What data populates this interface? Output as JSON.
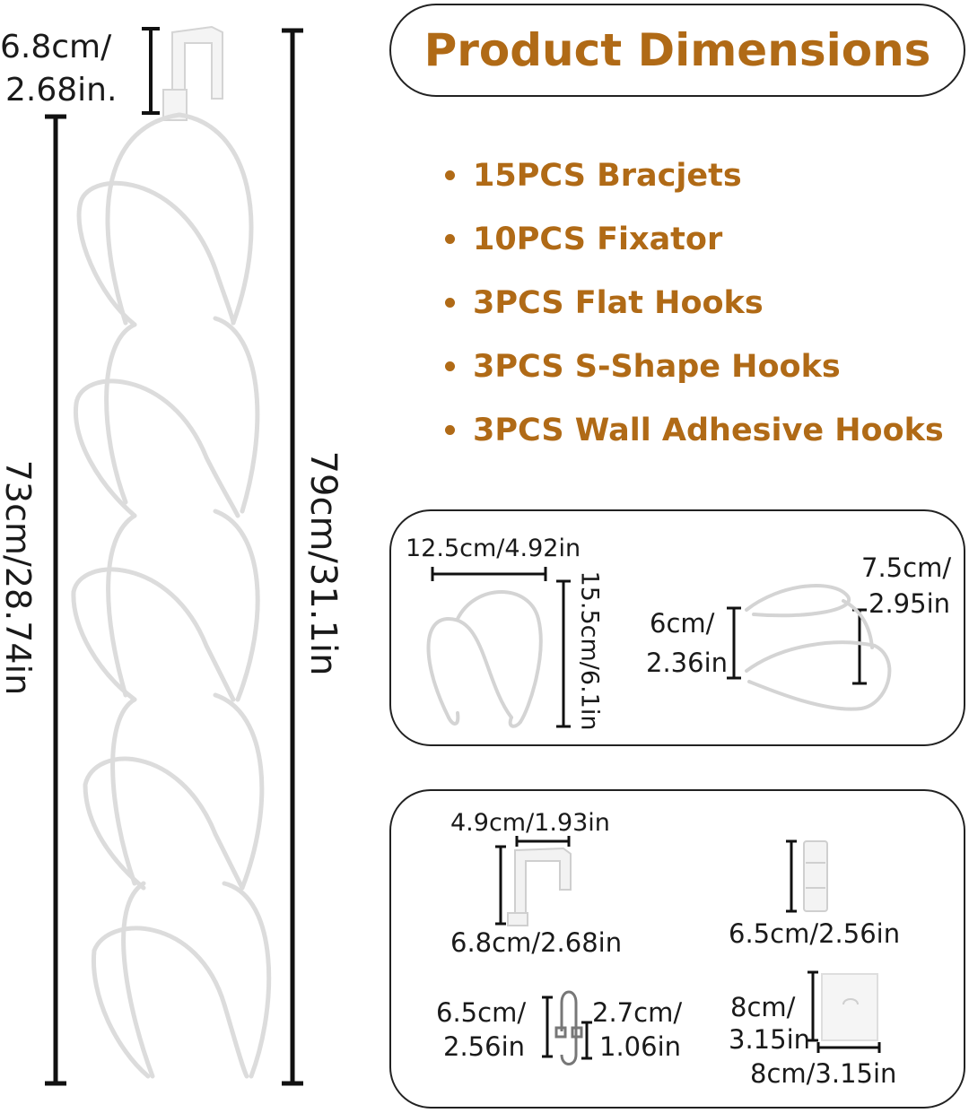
{
  "colors": {
    "accent": "#b06a16",
    "line": "#111111",
    "wire": "#d9d9d9"
  },
  "title": "Product Dimensions",
  "bullets": [
    "15PCS Bracjets",
    "10PCS Fixator",
    "3PCS Flat Hooks",
    "3PCS S-Shape Hooks",
    "3PCS Wall Adhesive Hooks"
  ],
  "rack": {
    "top_dim_line1": "6.8cm/",
    "top_dim_line2": "2.68in.",
    "left_dim": "73cm/28.74in",
    "right_dim": "79cm/31.1in"
  },
  "bracket_panel": {
    "width_dim": "12.5cm/4.92in",
    "height_dim": "15.5cm/6.1in",
    "side_dim_line1": "6cm/",
    "side_dim_line2": "2.36in",
    "depth_dim_line1": "7.5cm/",
    "depth_dim_line2": "2.95in"
  },
  "hooks_panel": {
    "flat_hook_width": "4.9cm/1.93in",
    "flat_hook_height": "6.8cm/2.68in",
    "fixator_height": "6.5cm/2.56in",
    "s_hook_height_line1": "6.5cm/",
    "s_hook_height_line2": "2.56in",
    "s_hook_width_line1": "2.7cm/",
    "s_hook_width_line2": "1.06in",
    "adhesive_height_line1": "8cm/",
    "adhesive_height_line2": "3.15in",
    "adhesive_width": "8cm/3.15in"
  }
}
